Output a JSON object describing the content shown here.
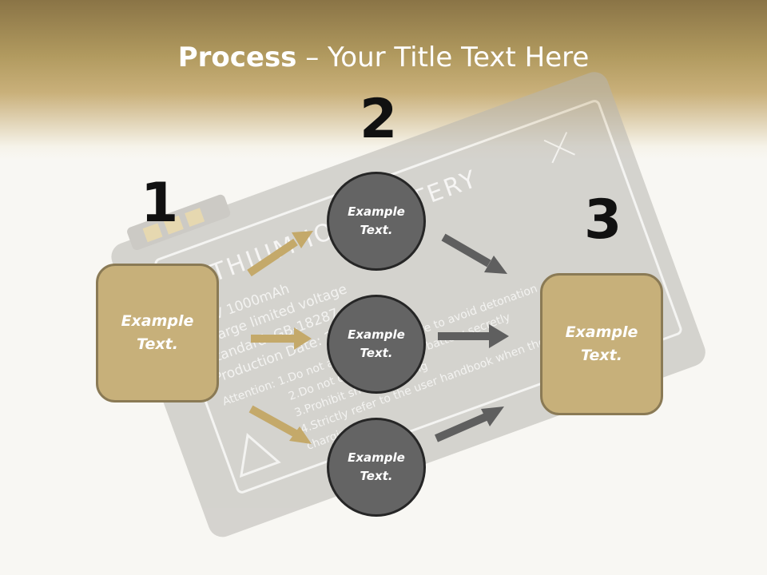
{
  "title": {
    "bold": "Process",
    "rest": " – Your Title Text Here"
  },
  "numbers": [
    "1",
    "2",
    "3"
  ],
  "left_box": {
    "text": "Example\nText."
  },
  "right_box": {
    "text": "Example\nText."
  },
  "circles": [
    {
      "text": "Example\nText."
    },
    {
      "text": "Example\nText."
    },
    {
      "text": "Example\nText."
    }
  ],
  "background_battery": {
    "label": "LITHIUM ION BATTERY",
    "lines": [
      "3.7V  1000mAh",
      "Charge limited voltage",
      "Standard: GB-18287",
      "Production Date: 2",
      "Attention: 1.Do not apply high pressure to avoid detonation",
      "2.Do not disassemble the battery secretly",
      "3.Prohibit short circuiting",
      "4.Strictly refer to the user handbook when the",
      "charging."
    ]
  },
  "colors": {
    "gold": "#c7b07a",
    "gold_arrow": "#c4a96a",
    "gray_circle": "#646464",
    "gray_arrow": "#5f5f5f"
  }
}
